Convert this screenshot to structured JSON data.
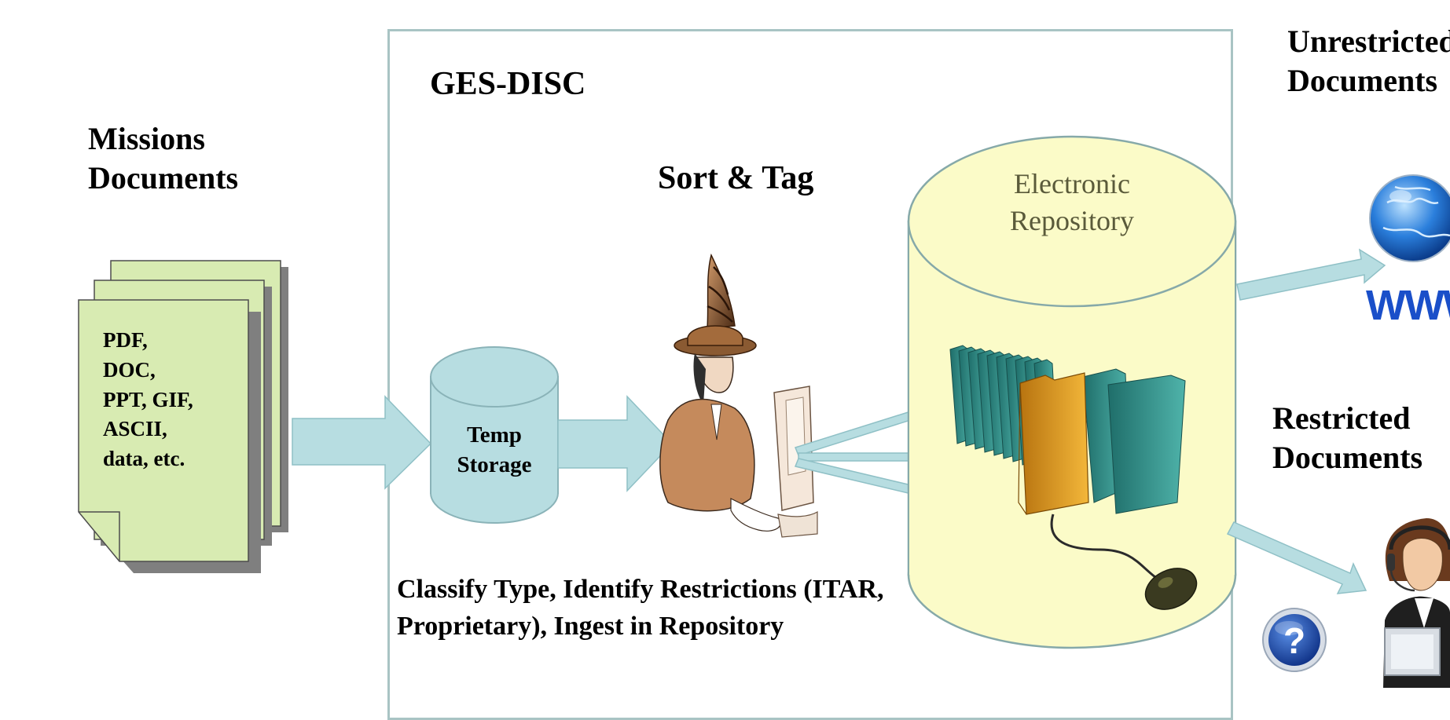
{
  "diagram": {
    "missions_label": [
      "Missions",
      "Documents"
    ],
    "document_formats": [
      "PDF,",
      "DOC,",
      "PPT, GIF,",
      "ASCII,",
      "data, etc."
    ],
    "gesdisc_label": "GES-DISC",
    "temp_storage_label": [
      "Temp",
      "Storage"
    ],
    "sort_tag_label": "Sort & Tag",
    "repository_label": [
      "Electronic",
      "Repository"
    ],
    "process_description": [
      "Classify Type,  Identify Restrictions (ITAR,",
      "Proprietary), Ingest in Repository"
    ],
    "unrestricted_label": [
      "Unrestricted",
      "Documents"
    ],
    "restricted_label": [
      "Restricted",
      "Documents"
    ],
    "www_label": "WWW",
    "help_glyph": "?"
  },
  "colors": {
    "paper_fill": "#d8ebb2",
    "arrow_fill": "#b7dde1",
    "frame_stroke": "#a9c4c4",
    "repository_fill": "#fbfbc8",
    "folder_teal": "#2f8f8a",
    "folder_orange": "#e8a21a",
    "www_blue": "#1a4fc9"
  }
}
